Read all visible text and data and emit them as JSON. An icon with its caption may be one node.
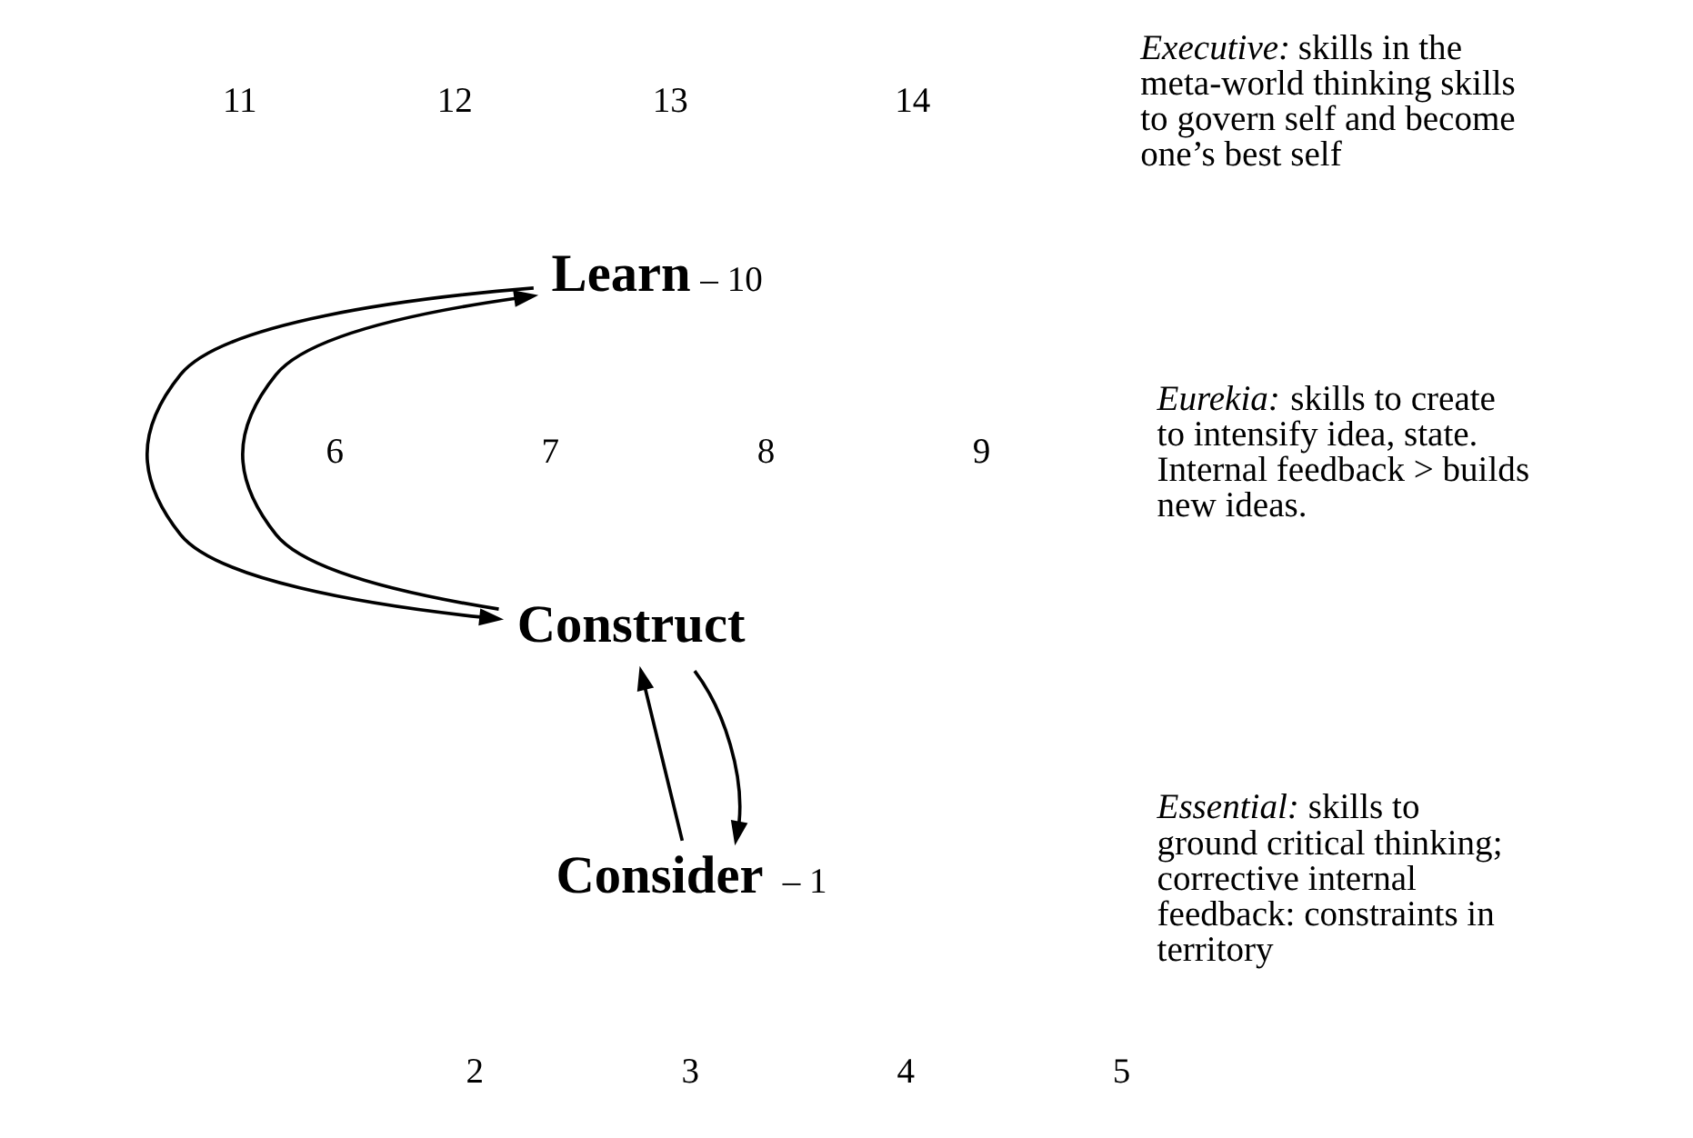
{
  "diagram": {
    "nodes": [
      {
        "text": [
          "**Learn** – 10"
        ]
      },
      {
        "text": [
          "Construct"
        ]
      },
      {
        "text": [
          "**Consider**  – 1"
        ]
      }
    ],
    "edges": [
      {
        "from": 1,
        "to": 0,
        "arrow": "to"
      },
      {
        "from": 0,
        "to": 1,
        "arrow": "to"
      },
      {
        "from": 2,
        "to": 1,
        "arrow": "to"
      },
      {
        "from": 1,
        "to": 2,
        "arrow": "to"
      }
    ],
    "labels": [
      "11",
      "12",
      "13",
      "14",
      "*Executive:* skills in the meta-world thinking skills to govern self and become one’s best self",
      "6",
      "7",
      "8",
      "9",
      "*Eurekia:* skills to create to intensify idea, state. Internal feedback > builds new ideas.",
      "*Essential:* skills to ground critical thinking; corrective internal feedback: constraints in territory",
      "2",
      "3",
      "4",
      "5"
    ]
  }
}
